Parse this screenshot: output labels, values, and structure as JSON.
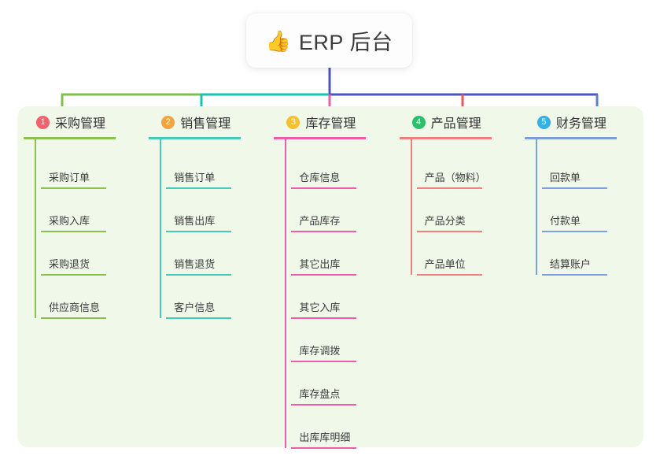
{
  "root": {
    "icon": "thumbs-up-emoji",
    "emoji": "👍",
    "title": "ERP 后台"
  },
  "canvas": {
    "background": "#ffffff",
    "panel_color": "#eff8e9"
  },
  "connector_colors": {
    "trunk": "#4a54c4",
    "segment_1": "#7fbf4d",
    "segment_2": "#17c3b2",
    "segment_3": "#4a54c4",
    "drop_1": "#7fbf4d",
    "drop_2": "#17c3b2",
    "drop_3": "#ef5da8",
    "drop_4": "#f2545b",
    "drop_5": "#5b7fd4"
  },
  "columns": [
    {
      "number": "1",
      "title": "采购管理",
      "badge_color": "#f4606c",
      "line_color": "#8cc152",
      "items": [
        {
          "label": "采购订单"
        },
        {
          "label": "采购入库"
        },
        {
          "label": "采购退货"
        },
        {
          "label": "供应商信息"
        }
      ]
    },
    {
      "number": "2",
      "title": "销售管理",
      "badge_color": "#f5a33c",
      "line_color": "#46cbb8",
      "items": [
        {
          "label": "销售订单"
        },
        {
          "label": "销售出库"
        },
        {
          "label": "销售退货"
        },
        {
          "label": "客户信息"
        }
      ]
    },
    {
      "number": "3",
      "title": "库存管理",
      "badge_color": "#f7c02e",
      "line_color": "#ef5da8",
      "items": [
        {
          "label": "仓库信息"
        },
        {
          "label": "产品库存"
        },
        {
          "label": "其它出库"
        },
        {
          "label": "其它入库"
        },
        {
          "label": "库存调拨"
        },
        {
          "label": "库存盘点"
        },
        {
          "label": "出库库明细"
        }
      ]
    },
    {
      "number": "4",
      "title": "产品管理",
      "badge_color": "#2bbf6a",
      "line_color": "#f07f7f",
      "items": [
        {
          "label": "产品（物料）"
        },
        {
          "label": "产品分类"
        },
        {
          "label": "产品单位"
        }
      ]
    },
    {
      "number": "5",
      "title": "财务管理",
      "badge_color": "#33b0e8",
      "line_color": "#7f9ee0",
      "items": [
        {
          "label": "回款单"
        },
        {
          "label": "付款单"
        },
        {
          "label": "结算账户"
        }
      ]
    }
  ]
}
